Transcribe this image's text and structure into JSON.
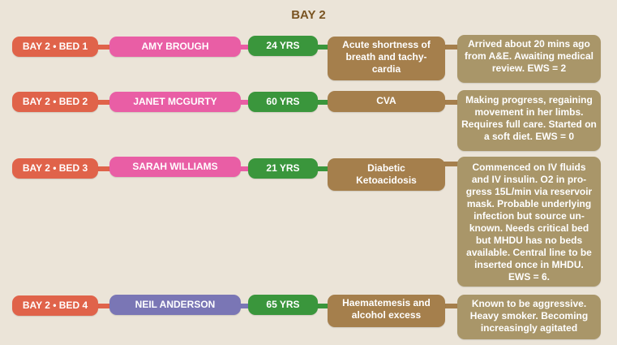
{
  "title": "BAY 2",
  "colors": {
    "background": "#ebe4d8",
    "title": "#7a5422",
    "bed": "#e0634a",
    "name_female": "#e95ea5",
    "name_male": "#7a76b5",
    "age": "#3a963c",
    "condition": "#a57f4c",
    "notes": "#a99669"
  },
  "patients": [
    {
      "bed": "BAY 2 • BED 1",
      "name": "AMY BROUGH",
      "gender": "female",
      "age": "24 YRS",
      "condition": "Acute shortness of breath and tachy-cardia",
      "notes": "Arrived about 20 mins ago from A&E. Awaiting medical review. EWS = 2"
    },
    {
      "bed": "BAY 2 • BED 2",
      "name": "JANET MCGURTY",
      "gender": "female",
      "age": "60 YRS",
      "condition": "CVA",
      "notes": "Making progress, regaining movement in her limbs. Requires full care. Started on a soft diet. EWS = 0"
    },
    {
      "bed": "BAY 2 • BED 3",
      "name": "SARAH WILLIAMS",
      "gender": "female",
      "age": "21 YRS",
      "condition": "Diabetic Ketoacidosis",
      "notes": "Commenced on IV fluids and IV insulin. O2 in pro-gress 15L/min via reservoir mask. Probable underlying infection but source un-known. Needs critical bed but MHDU has no beds available. Central line to be inserted once in MHDU. EWS = 6."
    },
    {
      "bed": "BAY 2 • BED 4",
      "name": "NEIL ANDERSON",
      "gender": "male",
      "age": "65 YRS",
      "condition": "Haematemesis and alcohol excess",
      "notes": "Known to be aggressive. Heavy smoker. Becoming increasingly agitated"
    }
  ]
}
